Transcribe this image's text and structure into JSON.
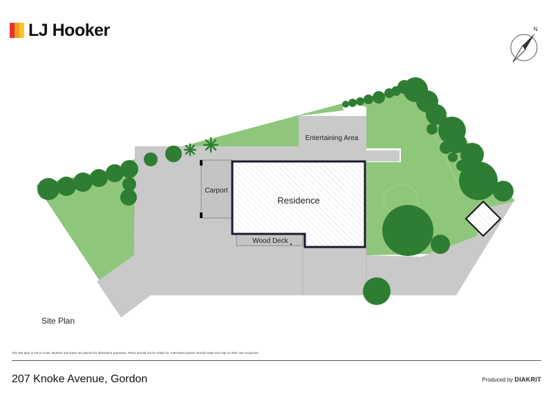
{
  "brand": {
    "name": "LJ Hooker",
    "bar_colors": [
      "#e8332a",
      "#f29a1f",
      "#fcc62b"
    ]
  },
  "compass": {
    "north_label": "N"
  },
  "plan": {
    "labels": {
      "entertaining_area": "Entertaining Area",
      "carport": "Carport",
      "residence": "Residence",
      "wood_deck": "Wood Deck"
    },
    "colors": {
      "lawn": "#8ec77c",
      "paving": "#c9c9c9",
      "tree": "#2e7d32",
      "residence_outline": "#1a1a2e"
    }
  },
  "footer": {
    "site_plan_label": "Site Plan",
    "disclaimer": "The site plan is not to scale. Bushes and trees are placed for illustration purposes. Plans should not be relied on. Interested parties should make and rely on their own enquiries.",
    "address": "207 Knoke Avenue, Gordon",
    "produced_by_prefix": "Produced by",
    "produced_by_brand": "DIAKRIT"
  }
}
